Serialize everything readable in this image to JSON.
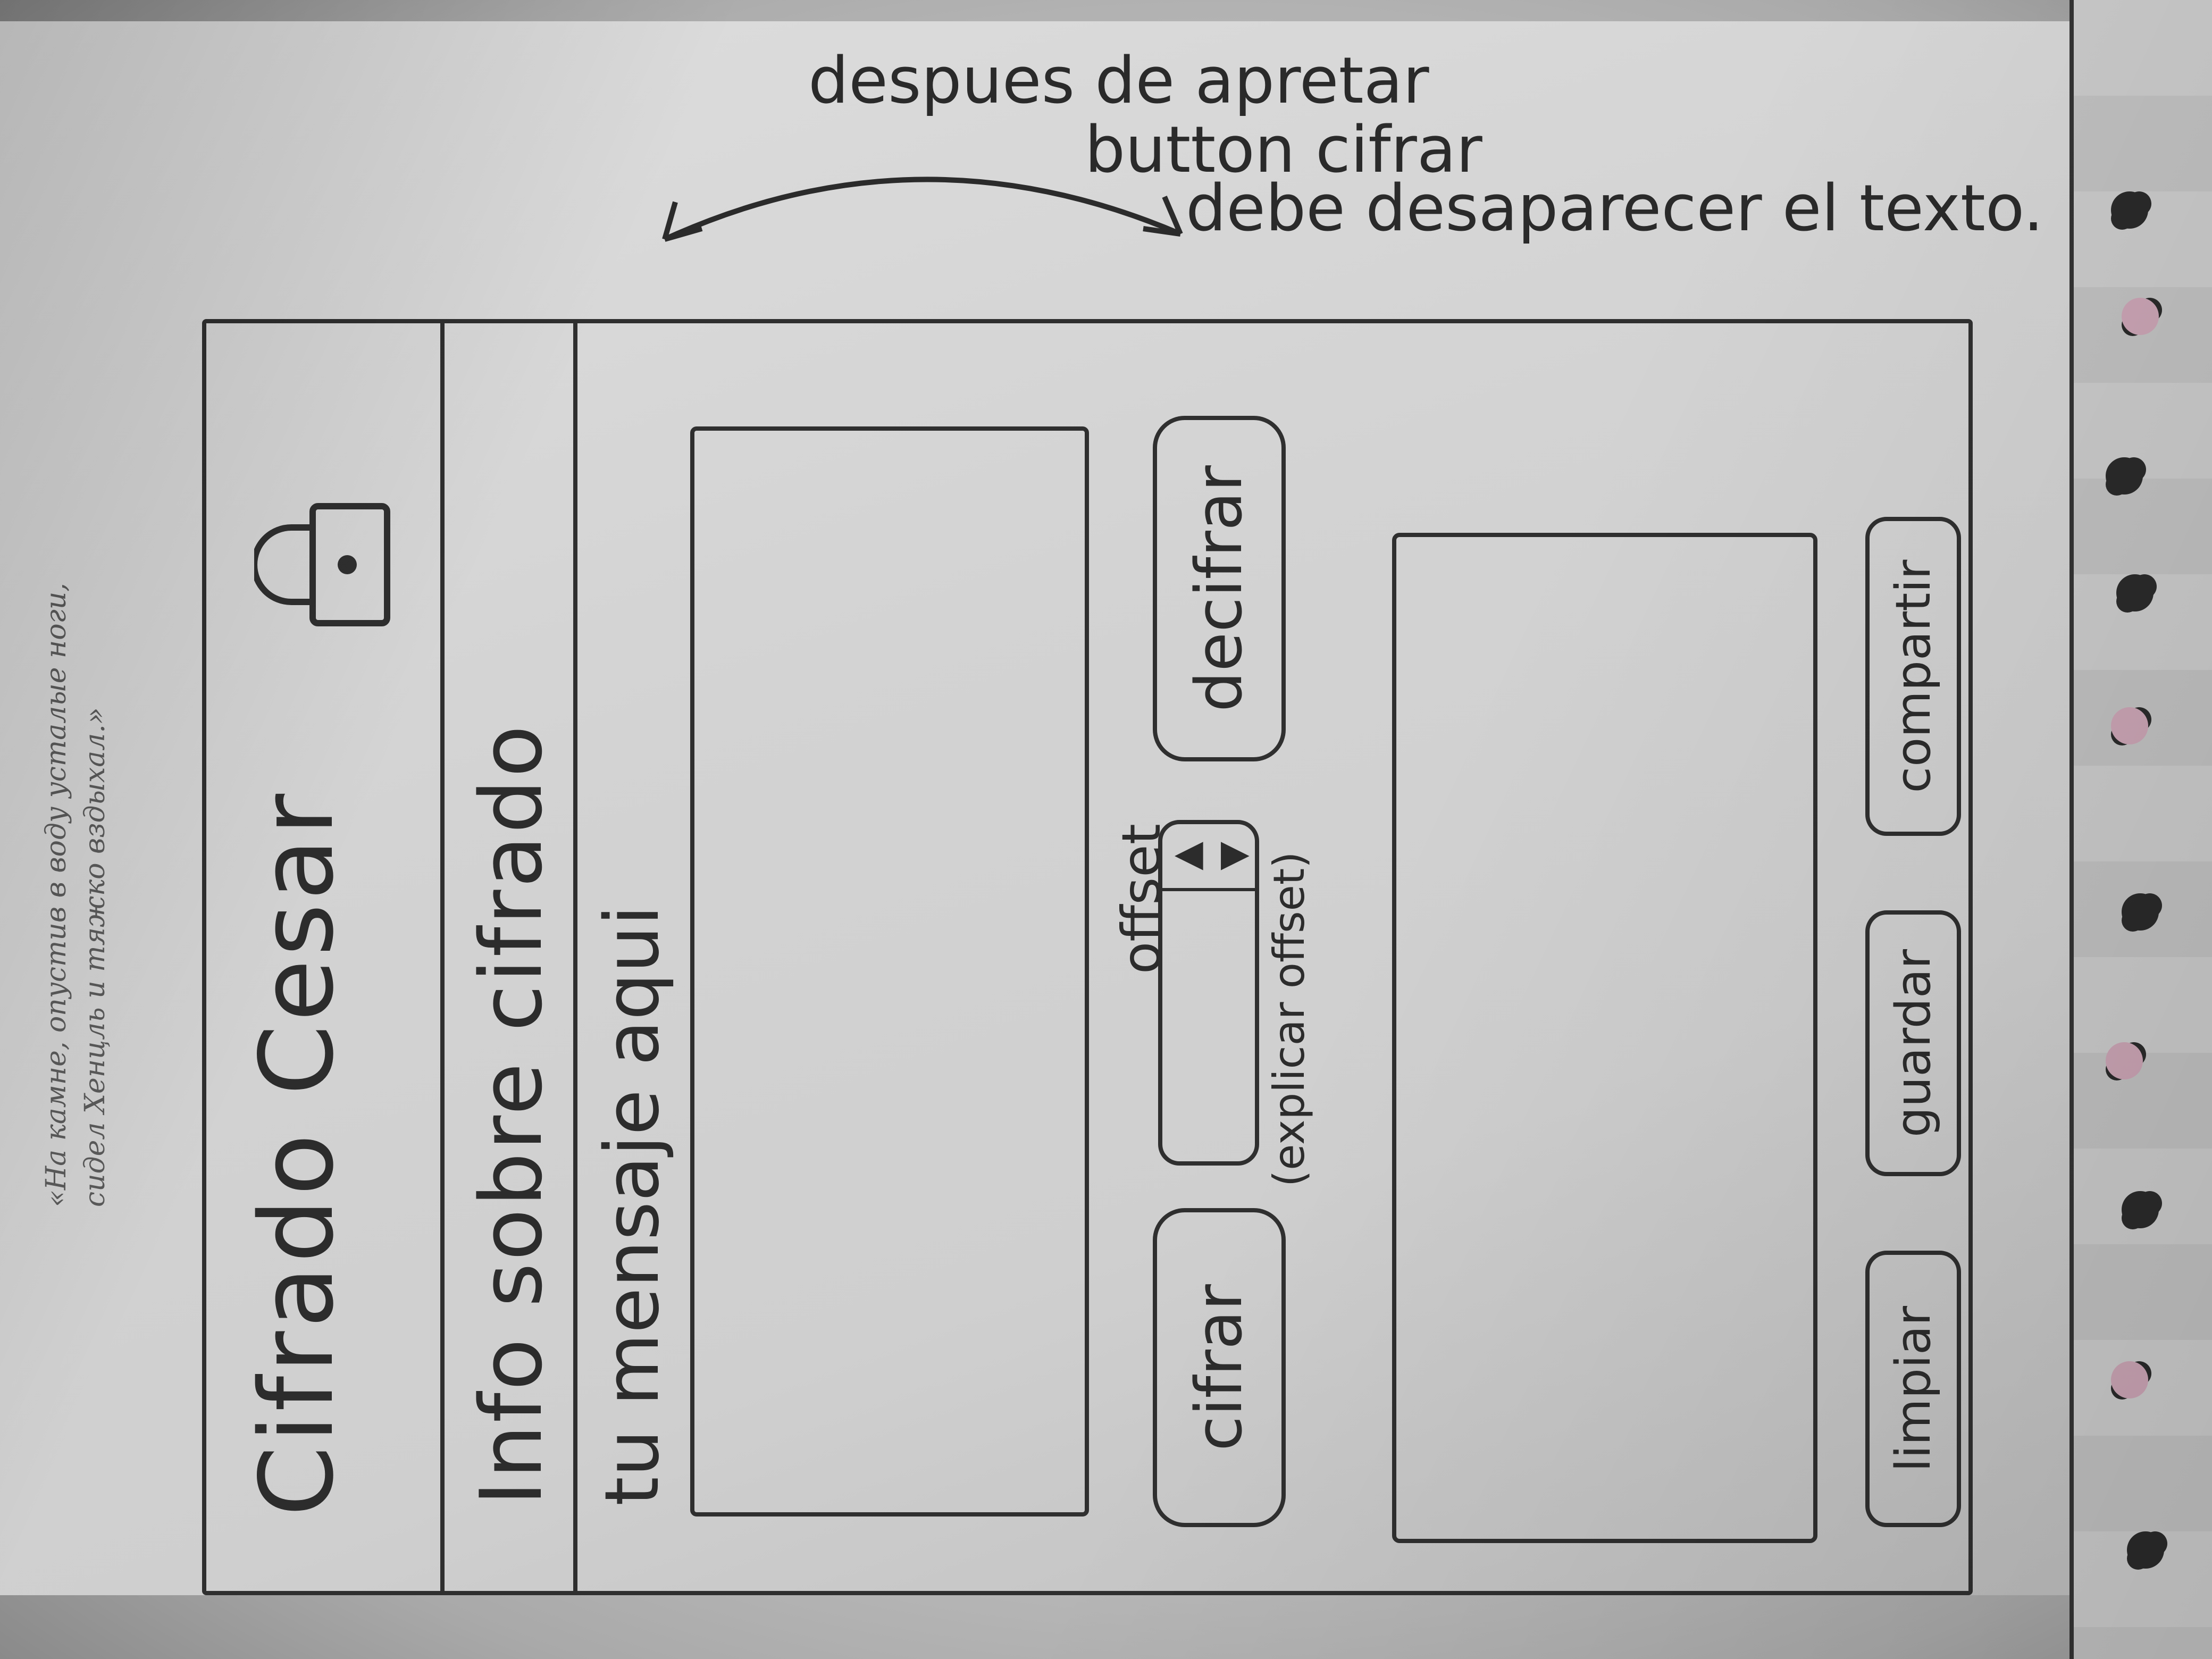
{
  "annotation": {
    "line1": "despues de apretar",
    "line2": "button cifrar",
    "line3": "debe desaparecer el texto."
  },
  "app": {
    "title": "Cifrado Cesar",
    "lock_icon": "lock-icon",
    "info": "Info sobre cifrado",
    "prompt": "tu mensaje aqui"
  },
  "controls": {
    "encrypt": "cifrar",
    "offset_label": "offset",
    "offset_hint": "(explicar offset)",
    "decrypt": "decifrar"
  },
  "actions": {
    "clear": "limpiar",
    "save": "guardar",
    "share": "compartir"
  },
  "caption": {
    "line1": "«На камне, опустив в воду усталые ноги,",
    "line2": "сидел Хенцль и тяжко вздыхал.»"
  },
  "colors": {
    "ink": "#2f2f2f",
    "paper": "#d6d6d6"
  }
}
